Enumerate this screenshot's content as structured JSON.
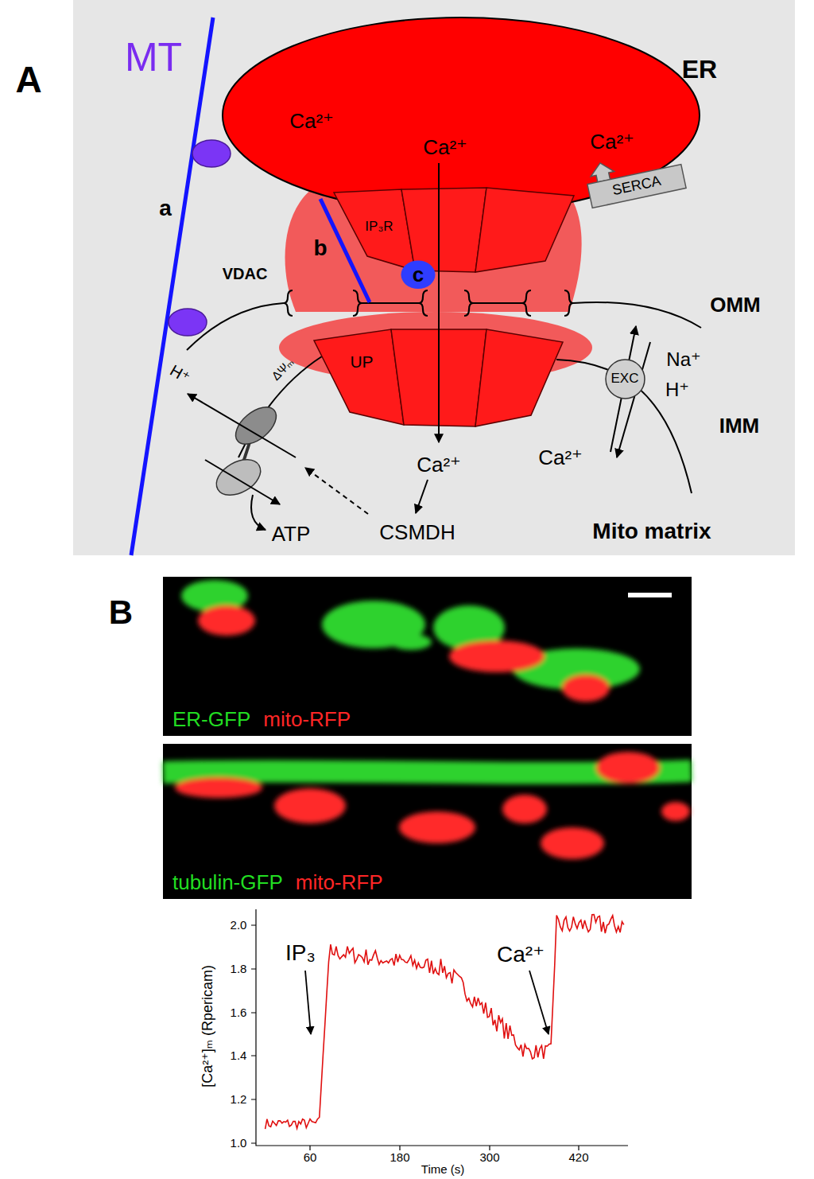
{
  "diagram": {
    "nodes": [
      {
        "text": [
          "ER",
          "Ca²⁺",
          "Ca²⁺",
          "Ca²⁺"
        ]
      },
      {
        "text": [
          "SERCA"
        ]
      },
      {
        "text": [
          "IP₃R"
        ]
      },
      {
        "text": [
          "c"
        ]
      },
      {
        "text": [
          "UP"
        ]
      },
      {
        "text": [
          "EXC"
        ]
      },
      {
        "text": [
          "ER-GFP",
          "mito-RFP"
        ]
      },
      {
        "text": [
          "tubulin-GFP",
          "mito-RFP"
        ]
      }
    ],
    "labels": [
      "A",
      "MT",
      "a",
      "b",
      "VDAC",
      "OMM",
      "ΔΨₘ",
      "H⁺",
      "ATP",
      "Ca²⁺",
      "CSMDH",
      "Na⁺",
      "H⁺",
      "Ca²⁺",
      "IMM",
      "Mito matrix",
      "B",
      "IP₃",
      "Ca²⁺",
      "[Ca²⁺]ₘ (Rpericam)",
      "Time (s)",
      "1.0",
      "1.2",
      "1.4",
      "1.6",
      "1.8",
      "2.0",
      "60",
      "180",
      "300",
      "420"
    ]
  }
}
